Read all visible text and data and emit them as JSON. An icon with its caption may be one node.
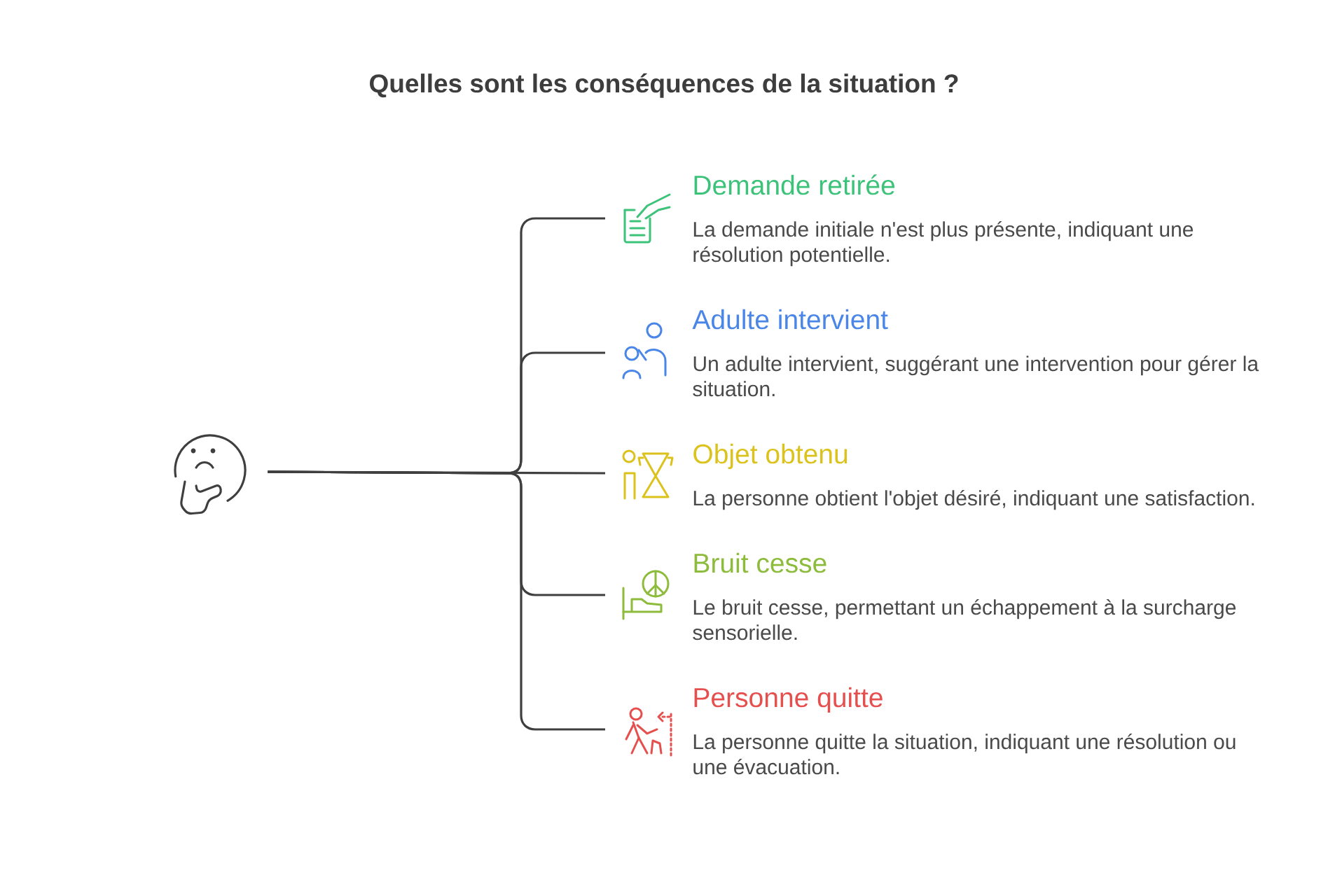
{
  "diagram": {
    "title": "Quelles sont les conséquences de la situation ?",
    "nodes": [
      {
        "text": [],
        "shape": "picture"
      },
      {
        "text": [
          "Demande retirée",
          "La demande initiale n'est plus présente, indiquant une résolution potentielle."
        ]
      },
      {
        "text": [
          "Adulte intervient",
          "Un adulte intervient, suggérant une intervention pour gérer la situation."
        ]
      },
      {
        "text": [
          "Objet obtenu",
          "La personne obtient l'objet désiré, indiquant une satisfaction."
        ]
      },
      {
        "text": [
          "Bruit cesse",
          "Le bruit cesse, permettant un échappement à la surcharge sensorielle."
        ]
      },
      {
        "text": [
          "Personne quitte",
          "La personne quitte la situation, indiquant une résolution ou une évacuation."
        ]
      }
    ],
    "edges": [
      {
        "from": 0,
        "to": 1,
        "arrow": "none"
      },
      {
        "from": 0,
        "to": 2,
        "arrow": "none"
      },
      {
        "from": 0,
        "to": 3,
        "arrow": "none"
      },
      {
        "from": 0,
        "to": 4,
        "arrow": "none"
      },
      {
        "from": 0,
        "to": 5,
        "arrow": "none"
      }
    ]
  }
}
